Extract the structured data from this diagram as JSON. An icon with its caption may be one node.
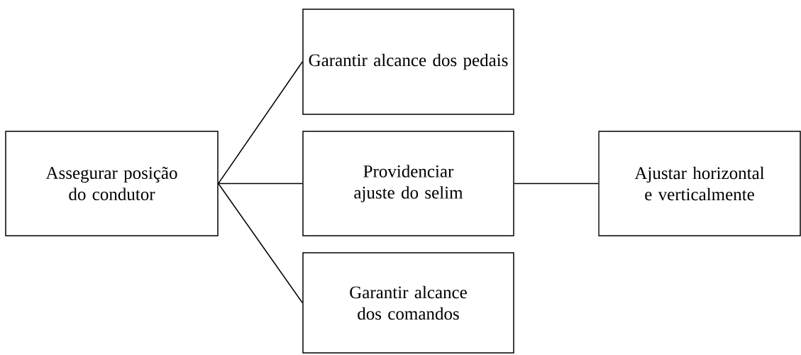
{
  "diagram": {
    "nodes": [
      {
        "text": [
          "Assegurar posição do condutor"
        ]
      },
      {
        "text": [
          "Garantir alcance dos pedais"
        ]
      },
      {
        "text": [
          "Providenciar ajuste do selim"
        ]
      },
      {
        "text": [
          "Ajustar horizontal e verticalmente"
        ]
      },
      {
        "text": [
          "Garantir alcance dos comandos"
        ]
      }
    ],
    "edges": [
      {
        "from": 0,
        "to": 1,
        "arrow": "none"
      },
      {
        "from": 0,
        "to": 2,
        "arrow": "none"
      },
      {
        "from": 0,
        "to": 4,
        "arrow": "none"
      },
      {
        "from": 2,
        "to": 3,
        "arrow": "none"
      }
    ]
  }
}
